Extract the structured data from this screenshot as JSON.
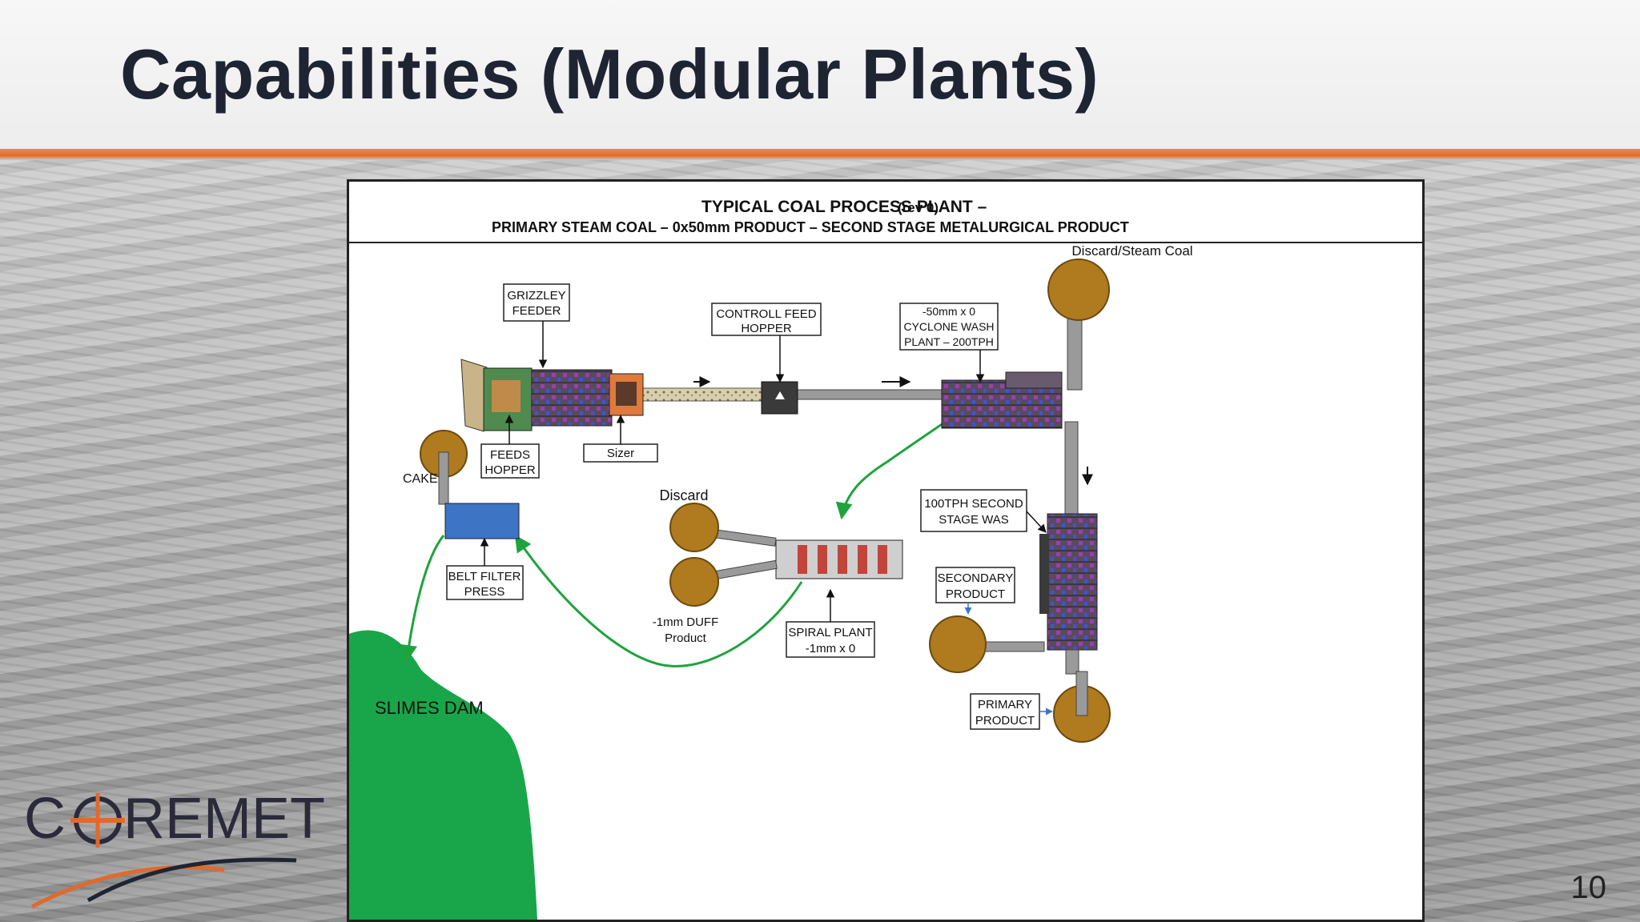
{
  "slide": {
    "title": "Capabilities (Modular Plants)",
    "page_number": "10"
  },
  "logo": {
    "text_left": "C",
    "text_right": "REMET"
  },
  "diagram": {
    "title_line1": "TYPICAL  COAL  PROCESS  PLANT –",
    "title_rev": "(rev 0)",
    "title_line2": "PRIMARY STEAM COAL – 0x50mm PRODUCT –  SECOND STAGE METALURGICAL PRODUCT",
    "labels": {
      "discard_steam_coal": "Discard/Steam Coal",
      "grizzley_1": "GRIZZLEY",
      "grizzley_2": "FEEDER",
      "controll_1": "CONTROLL  FEED",
      "controll_2": "HOPPER",
      "cyclone_1": "-50mm x 0",
      "cyclone_2": "CYCLONE WASH",
      "cyclone_3": "PLANT – 200TPH",
      "feeds_1": "FEEDS",
      "feeds_2": "HOPPER",
      "sizer": "Sizer",
      "cake": "CAKE",
      "discard": "Discard",
      "second_stage_1": "100TPH SECOND",
      "second_stage_2": "STAGE WAS",
      "belt_1": "BELT FILTER",
      "belt_2": "PRESS",
      "secondary_1": "SECONDARY",
      "secondary_2": "PRODUCT",
      "duff_1": "-1mm DUFF",
      "duff_2": "Product",
      "spiral_1": "SPIRAL PLANT",
      "spiral_2": "-1mm x 0",
      "slimes": "SLIMES DAM",
      "primary_1": "PRIMARY",
      "primary_2": "PRODUCT"
    }
  },
  "colors": {
    "accent": "#e06a2b",
    "title": "#1f2433",
    "stockpile": "#b07a1e",
    "slimes": "#19a64a",
    "flow_line": "#1fa33d",
    "filter_press": "#3d74c4"
  }
}
